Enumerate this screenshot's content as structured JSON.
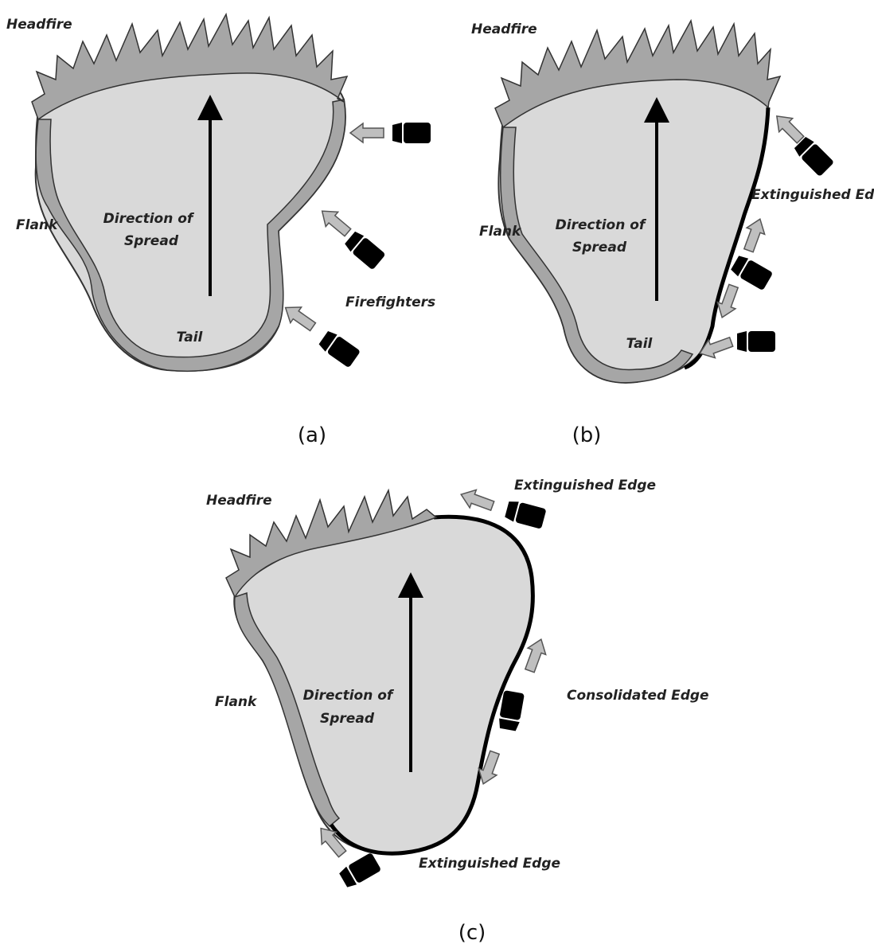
{
  "colors": {
    "burned_area": "#d9d9d9",
    "flame": "#a6a6a6",
    "outline": "#333333",
    "extinguished_edge": "#000000",
    "firefighter": "#000000",
    "arrow_fill": "#bfbfbf"
  },
  "icons": {
    "firefighter": "firefighter-truck-icon",
    "action_arrow": "arrow-icon",
    "spread": "spread-direction-arrow"
  },
  "panel_a": {
    "headfire": "Headfire",
    "flank": "Flank",
    "direction_line1": "Direction of",
    "direction_line2": "Spread",
    "tail": "Tail",
    "firefighters": "Firefighters",
    "caption": "(a)"
  },
  "panel_b": {
    "headfire": "Headfire",
    "flank": "Flank",
    "direction_line1": "Direction of",
    "direction_line2": "Spread",
    "tail": "Tail",
    "extinguished_edge": "Extinguished Edge",
    "caption": "(b)"
  },
  "panel_c": {
    "headfire": "Headfire",
    "flank": "Flank",
    "direction_line1": "Direction of",
    "direction_line2": "Spread",
    "extinguished_edge_top": "Extinguished Edge",
    "consolidated_edge": "Consolidated Edge",
    "extinguished_edge_bottom": "Extinguished Edge",
    "caption": "(c)"
  }
}
